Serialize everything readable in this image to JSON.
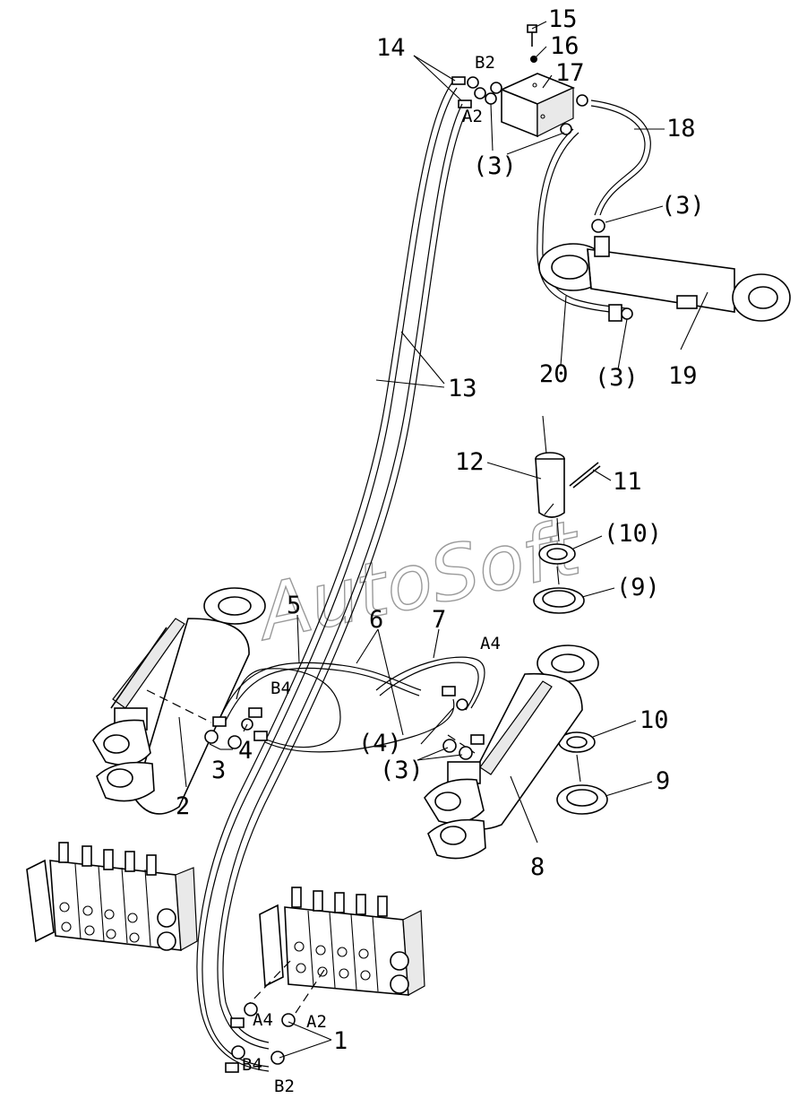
{
  "watermark": "AutoSoft",
  "callouts": {
    "n1": "1",
    "n2": "2",
    "n3": "3",
    "n4": "4",
    "n5": "5",
    "n6": "6",
    "n7": "7",
    "n8": "8",
    "n9": "9",
    "n10": "10",
    "n11": "11",
    "n12": "12",
    "n13": "13",
    "n14": "14",
    "n15": "15",
    "n16": "16",
    "n17": "17",
    "n18": "18",
    "n19": "19",
    "n20": "20",
    "p3": "(3)",
    "p4": "(4)",
    "p9": "(9)",
    "p10": "(10)"
  },
  "ports": {
    "a2": "A2",
    "a4": "A4",
    "b2": "B2",
    "b4": "B4"
  }
}
